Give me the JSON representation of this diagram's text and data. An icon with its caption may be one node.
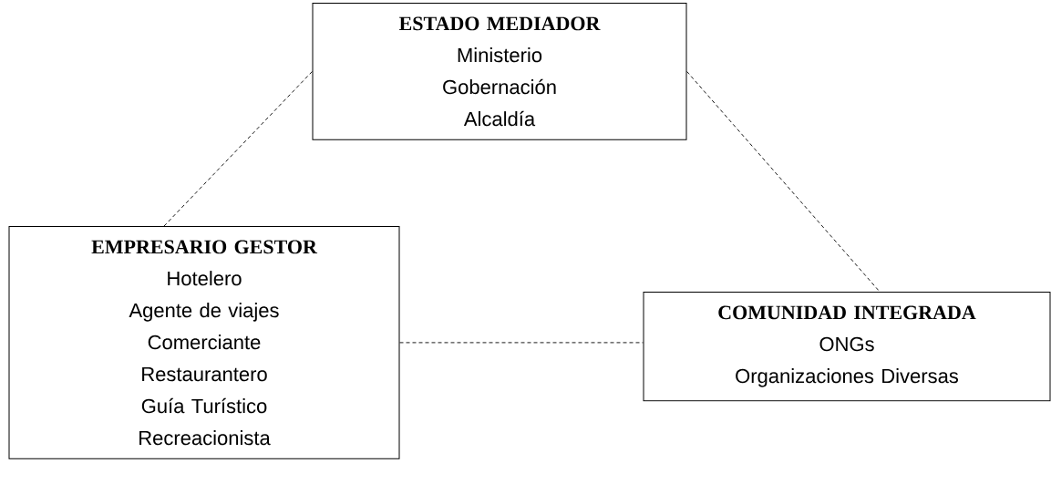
{
  "diagram": {
    "nodes": [
      {
        "text": [
          "ESTADO MEDIADOR",
          "Ministerio",
          "Gobernación",
          "Alcaldía"
        ]
      },
      {
        "text": [
          "EMPRESARIO GESTOR",
          "Hotelero",
          "Agente de viajes",
          "Comerciante",
          "Restaurantero",
          "Guía Turístico",
          "Recreacionista"
        ]
      },
      {
        "text": [
          "COMUNIDAD INTEGRADA",
          "ONGs",
          "Organizaciones Diversas"
        ]
      }
    ],
    "edges": [
      {
        "from": 0,
        "to": 1,
        "arrow": "none",
        "style": "dashed"
      },
      {
        "from": 0,
        "to": 2,
        "arrow": "none",
        "style": "dashed"
      },
      {
        "from": 1,
        "to": 2,
        "arrow": "none",
        "style": "dashed"
      }
    ]
  }
}
